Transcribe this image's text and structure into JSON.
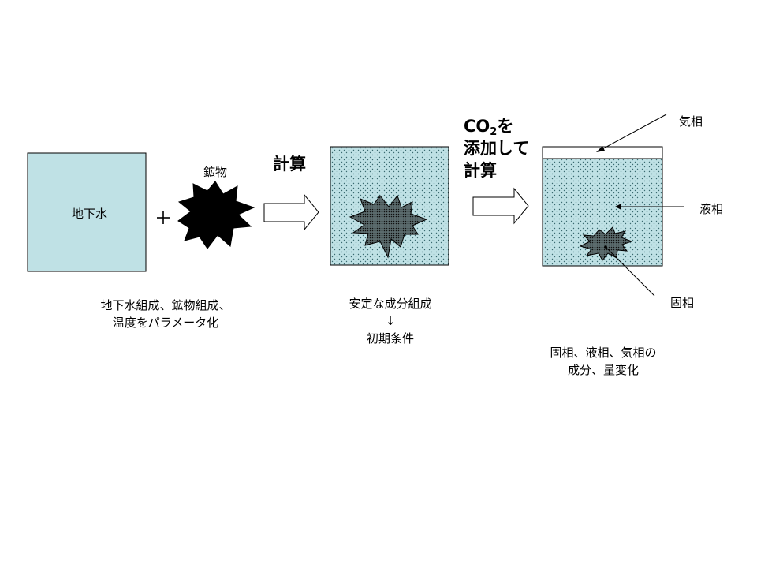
{
  "colors": {
    "water_fill": "#bfe1e5",
    "mineral_fill": "#000000",
    "stroke": "#000000",
    "background": "#ffffff"
  },
  "icons": {
    "plus": "plus-icon",
    "arrow": "block-arrow-right-icon",
    "mineral": "starburst-icon"
  },
  "stage1": {
    "water_label": "地下水",
    "plus": "+",
    "mineral_label": "鉱物",
    "caption_line1": "地下水組成、鉱物組成、",
    "caption_line2": "温度をパラメータ化"
  },
  "step1": {
    "label": "計算"
  },
  "stage2": {
    "caption_line1": "安定な成分組成",
    "caption_arrow": "↓",
    "caption_line2": "初期条件"
  },
  "step2": {
    "line1_prefix": "CO",
    "line1_sub": "2",
    "line1_suffix": "を",
    "line2": "添加して",
    "line3": "計算"
  },
  "stage3": {
    "gas_label": "気相",
    "liquid_label": "液相",
    "solid_label": "固相",
    "caption_line1": "固相、液相、気相の",
    "caption_line2": "成分、量変化"
  }
}
